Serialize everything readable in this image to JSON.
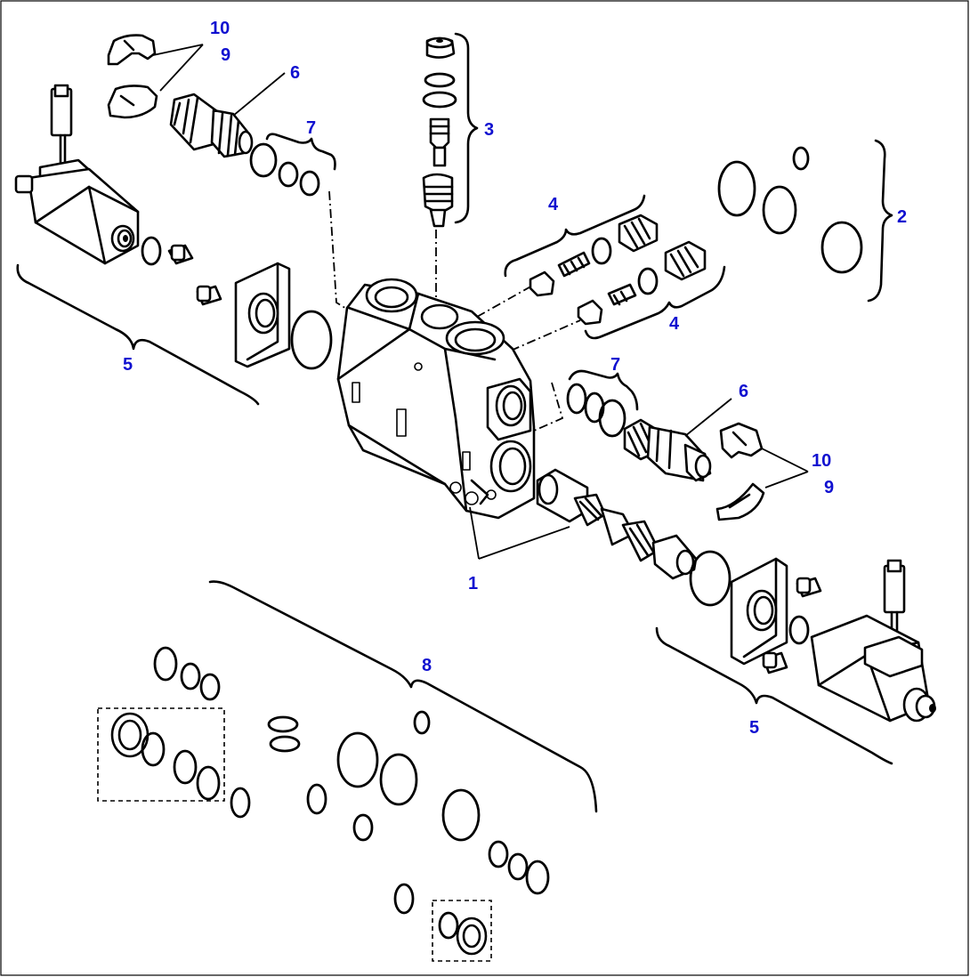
{
  "diagram": {
    "type": "exploded parts view",
    "accent_color": "#1010d0",
    "line_color": "#000000",
    "background": "#ffffff",
    "callouts": [
      {
        "key": "c1",
        "label": "1"
      },
      {
        "key": "c2",
        "label": "2"
      },
      {
        "key": "c3",
        "label": "3"
      },
      {
        "key": "c4a",
        "label": "4"
      },
      {
        "key": "c4b",
        "label": "4"
      },
      {
        "key": "c5a",
        "label": "5"
      },
      {
        "key": "c5b",
        "label": "5"
      },
      {
        "key": "c6a",
        "label": "6"
      },
      {
        "key": "c6b",
        "label": "6"
      },
      {
        "key": "c7a",
        "label": "7"
      },
      {
        "key": "c7b",
        "label": "7"
      },
      {
        "key": "c8",
        "label": "8"
      },
      {
        "key": "c9a",
        "label": "9"
      },
      {
        "key": "c9b",
        "label": "9"
      },
      {
        "key": "c10a",
        "label": "10"
      },
      {
        "key": "c10b",
        "label": "10"
      }
    ]
  }
}
